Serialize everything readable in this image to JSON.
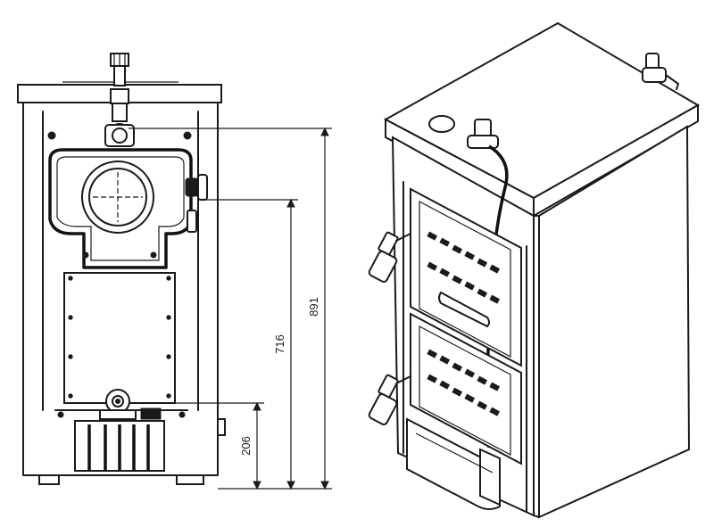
{
  "dimensions": {
    "height_total": "891",
    "height_flue": "716",
    "height_return": "206"
  }
}
